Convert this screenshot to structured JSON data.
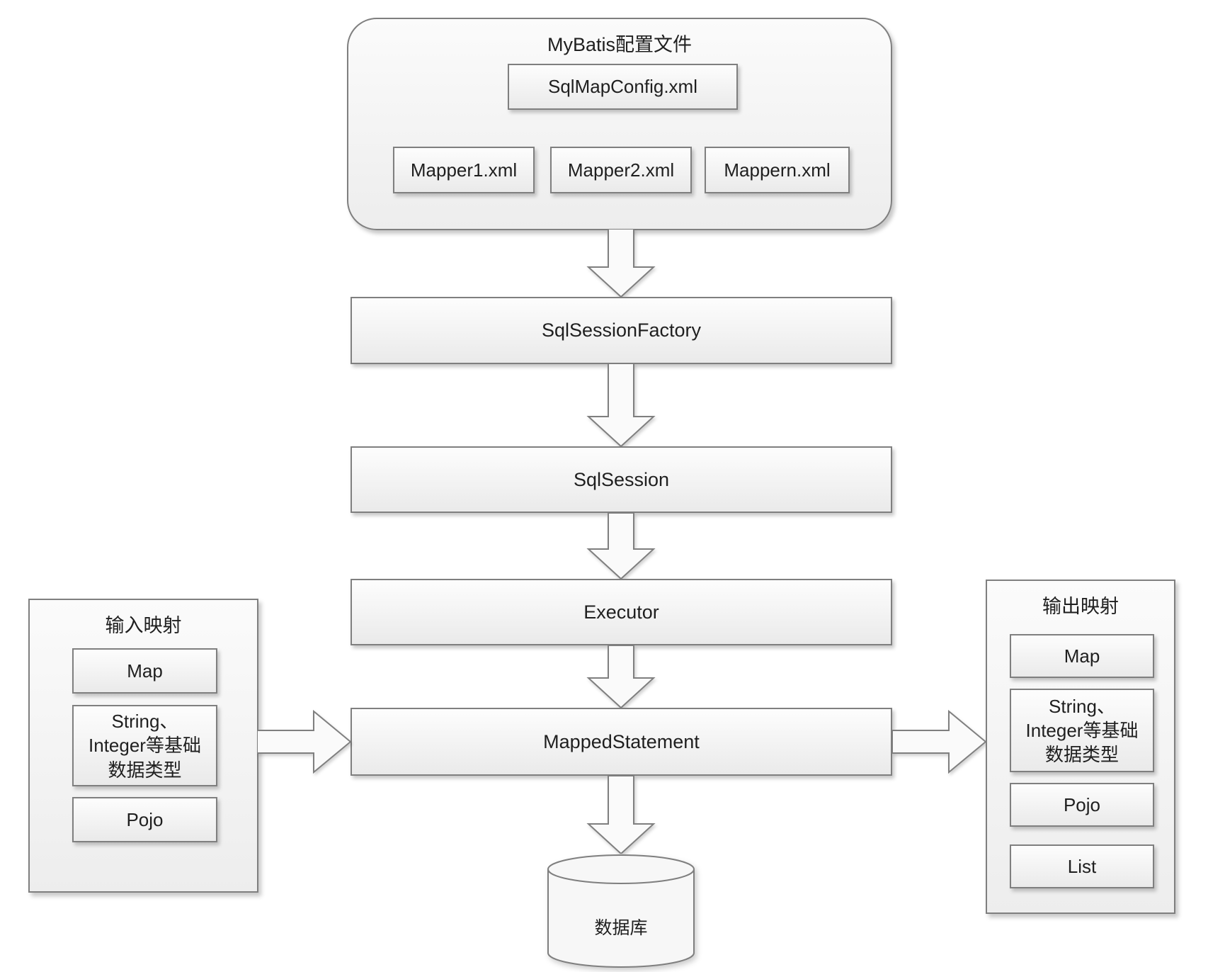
{
  "palette": {
    "border": "#7f7f7f",
    "box_fill_top": "#fdfdfd",
    "box_fill_bottom": "#eaeaea",
    "text": "#1f1f1f"
  },
  "config": {
    "title": "MyBatis配置文件",
    "main_file": "SqlMapConfig.xml",
    "mappers": [
      "Mapper1.xml",
      "Mapper2.xml",
      "Mappern.xml"
    ]
  },
  "flow": {
    "factory": "SqlSessionFactory",
    "session": "SqlSession",
    "executor": "Executor",
    "mapped_statement": "MappedStatement"
  },
  "database": {
    "label": "数据库"
  },
  "input_mapping": {
    "title": "输入映射",
    "items": [
      "Map",
      "String、\nInteger等基础\n数据类型",
      "Pojo"
    ]
  },
  "output_mapping": {
    "title": "输出映射",
    "items": [
      "Map",
      "String、\nInteger等基础\n数据类型",
      "Pojo",
      "List"
    ]
  }
}
